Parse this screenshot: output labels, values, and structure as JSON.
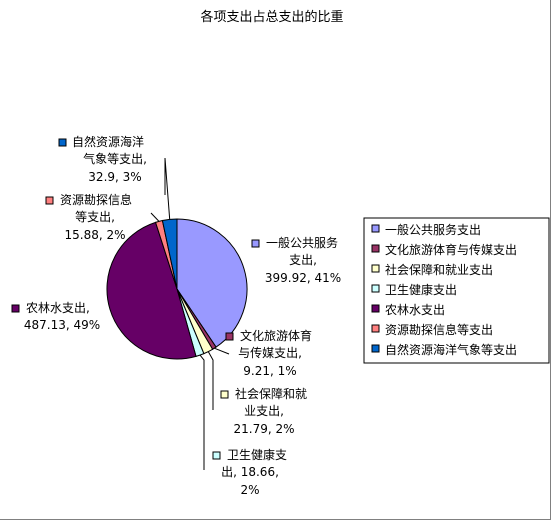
{
  "chart_data": {
    "type": "pie",
    "title": "各项支出占总支出的比重",
    "slices": [
      {
        "name": "一般公共服务支出",
        "value": 399.92,
        "percent": "41%",
        "color": "#9999ff",
        "label_lines": [
          "一般公共服务",
          "支出,",
          "399.92, 41%"
        ]
      },
      {
        "name": "文化旅游体育与传媒支出",
        "value": 9.21,
        "percent": "1%",
        "color": "#993366",
        "label_lines": [
          "文化旅游体育",
          "与传媒支出,",
          "9.21, 1%"
        ]
      },
      {
        "name": "社会保障和就业支出",
        "value": 21.79,
        "percent": "2%",
        "color": "#ffffcc",
        "label_lines": [
          "社会保障和就",
          "业支出,",
          "21.79, 2%"
        ]
      },
      {
        "name": "卫生健康支出",
        "value": 18.66,
        "percent": "2%",
        "color": "#ccffff",
        "label_lines": [
          "卫生健康支",
          "出, 18.66,",
          "2%"
        ]
      },
      {
        "name": "农林水支出",
        "value": 487.13,
        "percent": "49%",
        "color": "#660066",
        "label_lines": [
          "农林水支出,",
          "487.13, 49%"
        ]
      },
      {
        "name": "资源勘探信息等支出",
        "value": 15.88,
        "percent": "2%",
        "color": "#ff8080",
        "label_lines": [
          "资源勘探信息",
          "等支出,",
          "15.88, 2%"
        ]
      },
      {
        "name": "自然资源海洋气象等支出",
        "value": 32.9,
        "percent": "3%",
        "color": "#0066cc",
        "label_lines": [
          "自然资源海洋",
          "气象等支出,",
          "32.9, 3%"
        ]
      }
    ],
    "legend": {
      "position": "right"
    }
  }
}
